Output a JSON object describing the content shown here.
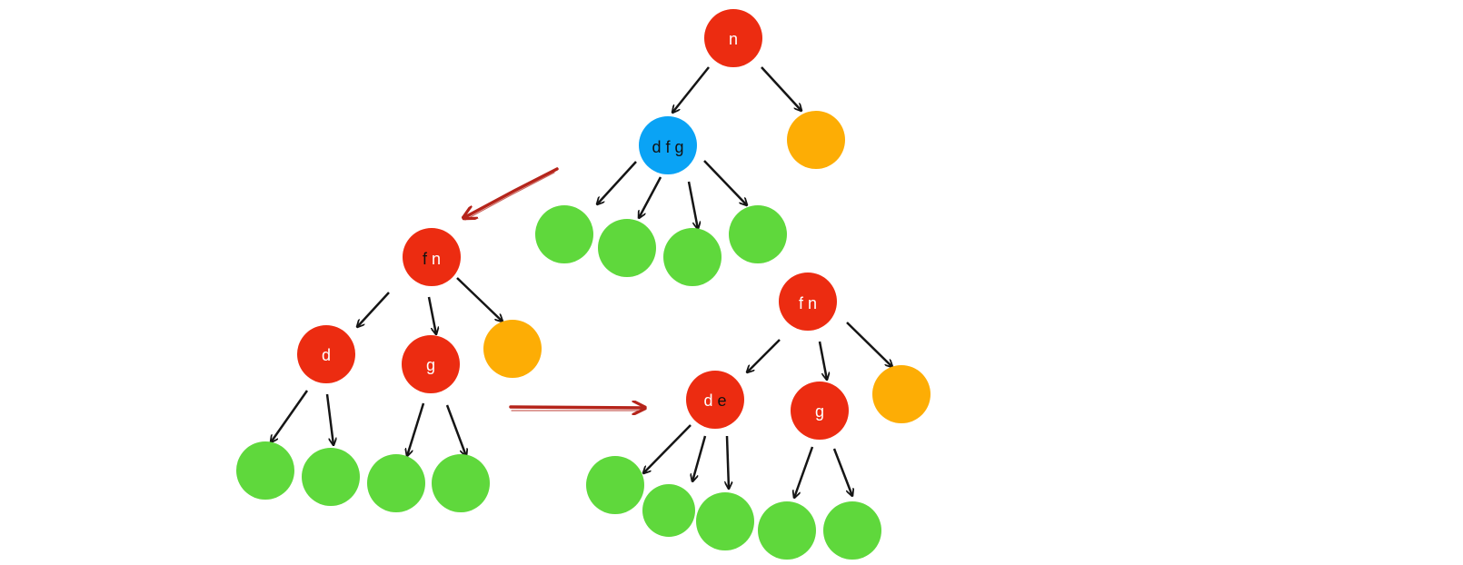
{
  "colors": {
    "red": "#ec2c11",
    "blue": "#0aa3f5",
    "orange": "#fdad05",
    "green": "#5fd83c",
    "edge": "#151515",
    "transition_arrow": "#b5241a"
  },
  "tree_top": {
    "root": {
      "label": "n"
    },
    "child": {
      "parts": [
        "d",
        "f",
        "g"
      ]
    }
  },
  "tree_left": {
    "root": {
      "parts": [
        "f",
        "n"
      ]
    },
    "left": {
      "label": "d"
    },
    "middle": {
      "label": "g"
    }
  },
  "tree_right": {
    "root": {
      "parts": [
        "f",
        "n"
      ]
    },
    "left": {
      "parts": [
        "d",
        "e"
      ]
    },
    "middle": {
      "label": "g"
    }
  }
}
